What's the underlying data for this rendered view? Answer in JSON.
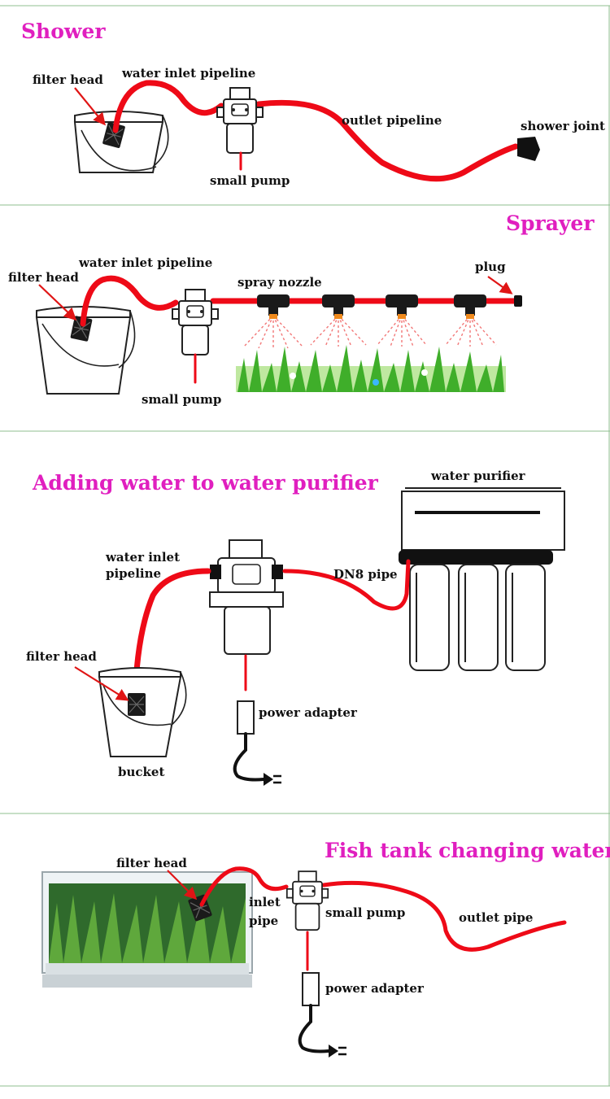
{
  "panels": [
    {
      "title": "Shower",
      "labels": {
        "filter_head": "filter head",
        "inlet": "water inlet pipeline",
        "outlet": "outlet pipeline",
        "joint": "shower joint",
        "pump": "small pump"
      }
    },
    {
      "title": "Sprayer",
      "labels": {
        "filter_head": "filter head",
        "inlet": "water inlet pipeline",
        "nozzle": "spray nozzle",
        "plug": "plug",
        "pump": "small pump"
      }
    },
    {
      "title": "Adding water to water purifier",
      "labels": {
        "purifier": "water purifier",
        "inlet_line1": "water inlet",
        "inlet_line2": "pipeline",
        "dn8": "DN8 pipe",
        "filter_head": "filter head",
        "adapter": "power adapter",
        "bucket": "bucket"
      }
    },
    {
      "title": "Fish tank changing water",
      "labels": {
        "filter_head": "filter head",
        "inlet_line1": "inlet",
        "inlet_line2": "pipe",
        "pump": "small pump",
        "outlet": "outlet pipe",
        "adapter": "power adapter"
      }
    }
  ],
  "colors": {
    "title": "#e01fbf",
    "hose": "#ee0a17",
    "separator": "#8fbf8f"
  }
}
